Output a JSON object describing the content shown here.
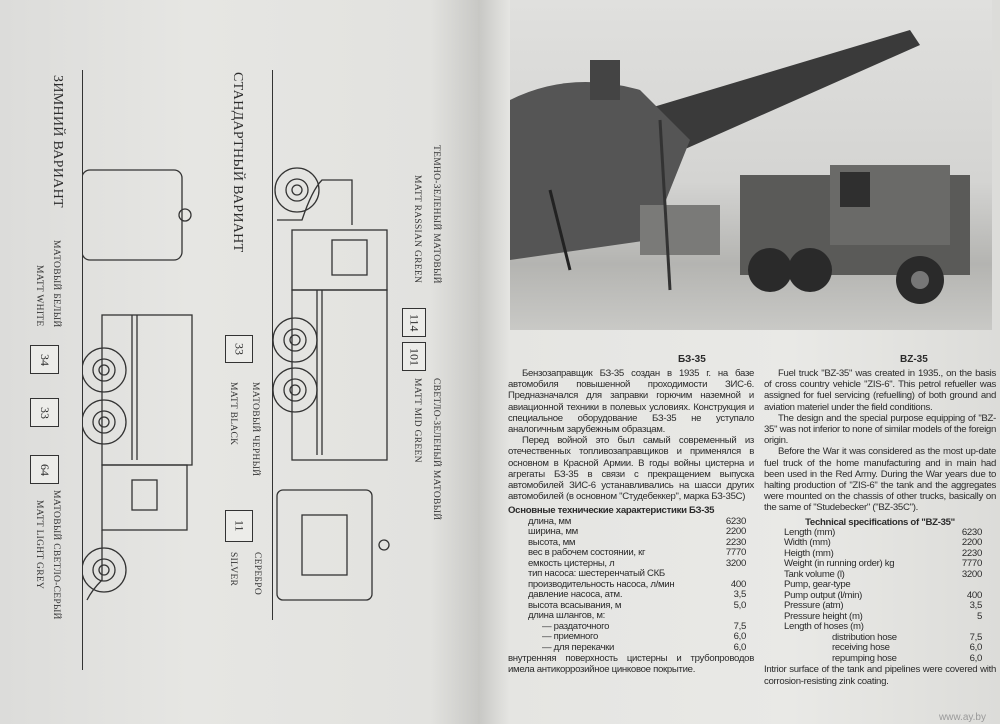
{
  "left_page": {
    "standard": {
      "title": "СТАНДАРТНЫЙ ВАРИАНТ",
      "colors": [
        {
          "code": "114",
          "ru": "ТЕМНО-ЗЕЛЕНЫЙ МАТОВЫЙ",
          "en": "MATT RASSIAN GREEN"
        },
        {
          "code": "101",
          "ru": "СВЕТЛО-ЗЕЛЕНЫЙ МАТОВЫЙ",
          "en": "MATT MID GREEN"
        },
        {
          "code": "33",
          "ru": "МАТОВЫЙ ЧЕРНЫЙ",
          "en": "MATT BLACK"
        },
        {
          "code": "11",
          "ru": "СЕРЕБРО",
          "en": "SILVER"
        }
      ]
    },
    "winter": {
      "title": "ЗИМНИЙ ВАРИАНТ",
      "colors": [
        {
          "code": "34",
          "ru": "МАТОВЫЙ БЕЛЫЙ",
          "en": "MATT WHITE"
        },
        {
          "code": "33"
        },
        {
          "code": "64",
          "ru": "МАТОВЫЙ СВЕТЛО-СЕРЫЙ",
          "en": "MATT LIGHT GREY"
        }
      ]
    }
  },
  "right_page": {
    "ru": {
      "heading": "БЗ-35",
      "paragraphs": [
        "Бензозаправщик БЗ-35 создан в 1935 г. на базе автомобиля повышенной проходимости ЗИС-6. Предназначался для заправки горючим наземной и авиационной техники в полевых условиях. Конструкция и специальное оборудование БЗ-35 не уступало аналогичным зарубежным образцам.",
        "Перед войной это был самый современный из отечественных топливозаправщиков и применялся в основном в Красной Армии. В годы войны цистерна и агрегаты БЗ-35 в связи с прекращением выпуска автомобилей ЗИС-6 устанавливались на шасси других автомобилей (в основном \"Студебеккер\", марка БЗ-35С)"
      ],
      "spec_title": "Основные технические характеристики БЗ-35",
      "specs": [
        {
          "label": "длина, мм",
          "value": "6230"
        },
        {
          "label": "ширина, мм",
          "value": "2200"
        },
        {
          "label": "высота, мм",
          "value": "2230"
        },
        {
          "label": "вес в рабочем состоянии, кг",
          "value": "7770"
        },
        {
          "label": "емкость цистерны, л",
          "value": "3200"
        },
        {
          "label": "тип насоса: шестеренчатый СКБ",
          "value": ""
        },
        {
          "label": "производительность насоса, л/мин",
          "value": "400"
        },
        {
          "label": "давление насоса, атм.",
          "value": "3,5"
        },
        {
          "label": "высота всасывания, м",
          "value": "5,0"
        },
        {
          "label": "длина шлангов, м:",
          "value": ""
        },
        {
          "label": "— раздаточного",
          "value": "7,5"
        },
        {
          "label": "— приемного",
          "value": "6,0"
        },
        {
          "label": "— для перекачки",
          "value": "6,0"
        }
      ],
      "footer": "внутренняя поверхность цистерны и трубопроводов имела антикоррозийное цинковое покрытие."
    },
    "en": {
      "heading": "BZ-35",
      "paragraphs": [
        "Fuel truck \"BZ-35\" was created in 1935., on the basis of cross country vehicle \"ZIS-6\". This petrol refueller was assigned for fuel servicing (refuelling) of both ground and aviation materiel under the field conditions.",
        "The design and the special purpose equipping of \"BZ-35\" was not inferior to none of similar models of the foreign origin.",
        "Before the War it was considered as the most up-date fuel truck of the home manufacturing and in main had been used in the Red Army. During the War years due to halting production of \"ZIS-6\" the tank and the aggregates were mounted on the chassis of other trucks, basically on the same of \"Studebecker\" (\"BZ-35C\")."
      ],
      "spec_title": "Technical specifications of \"BZ-35\"",
      "specs": [
        {
          "label": "Length (mm)",
          "value": "6230"
        },
        {
          "label": "Width (mm)",
          "value": "2200"
        },
        {
          "label": "Heigth (mm)",
          "value": "2230"
        },
        {
          "label": "Weight (in running order) kg",
          "value": "7770"
        },
        {
          "label": "Tank volume (l)",
          "value": "3200"
        },
        {
          "label": "Pump, gear-type",
          "value": ""
        },
        {
          "label": "Pump output (l/min)",
          "value": "400"
        },
        {
          "label": "Pressure (atm)",
          "value": "3,5"
        },
        {
          "label": "Pressure height (m)",
          "value": "5"
        },
        {
          "label": "Length of hoses (m)",
          "value": ""
        },
        {
          "label": "distribution hose",
          "value": "7,5"
        },
        {
          "label": "receiving hose",
          "value": "6,0"
        },
        {
          "label": "repumping hose",
          "value": "6,0"
        }
      ],
      "footer": "Intrior surface of the tank and pipelines were covered with corrosion-resisting zink coating."
    },
    "watermark": "www.ay.by"
  }
}
